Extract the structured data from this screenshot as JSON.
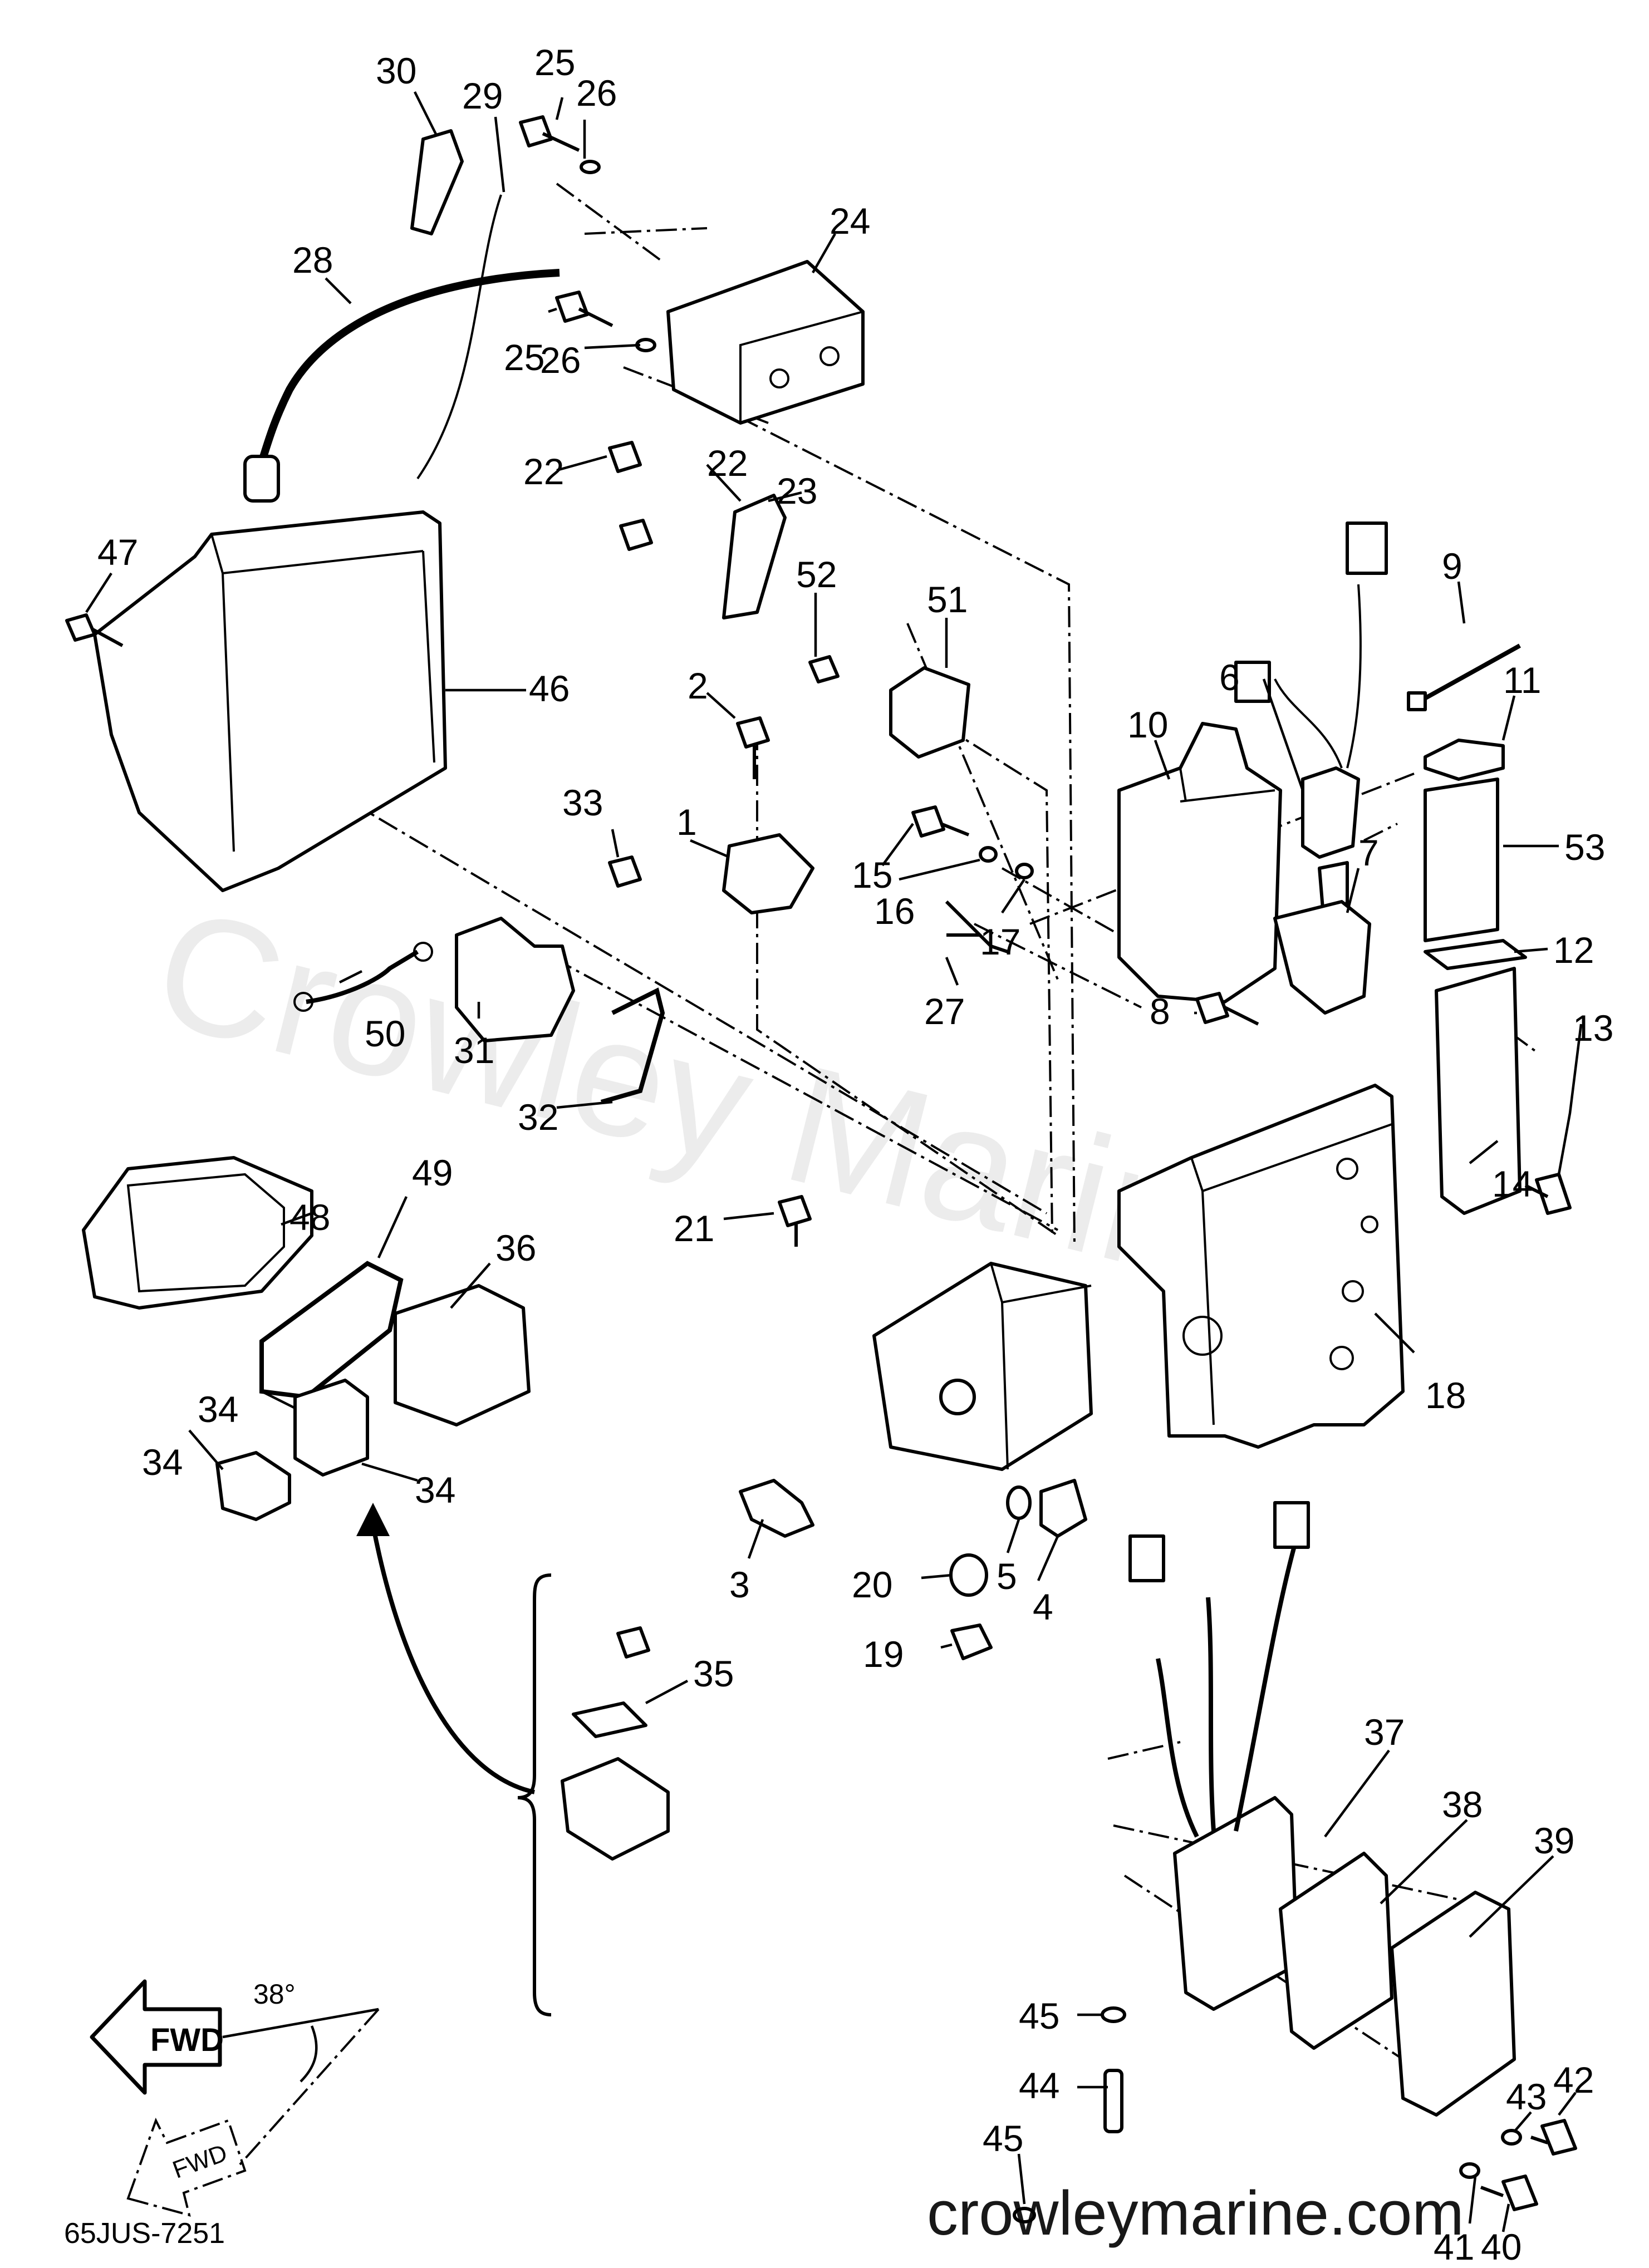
{
  "diagram": {
    "code": "65JUS-7251",
    "watermark": "Crowley Marine",
    "website": "crowleymarine.com",
    "direction": {
      "arrow_label": "FWD",
      "angle_label": "38°",
      "ghost_label": "FWD"
    }
  },
  "callouts": {
    "c1": "1",
    "c2": "2",
    "c3": "3",
    "c4": "4",
    "c5": "5",
    "c6": "6",
    "c7": "7",
    "c8": "8",
    "c9": "9",
    "c10": "10",
    "c11": "11",
    "c12": "12",
    "c13": "13",
    "c14": "14",
    "c15": "15",
    "c16": "16",
    "c17": "17",
    "c18": "18",
    "c19": "19",
    "c20": "20",
    "c21": "21",
    "c22a": "22",
    "c22b": "22",
    "c23": "23",
    "c24": "24",
    "c25a": "25",
    "c25b": "25",
    "c26a": "26",
    "c26b": "26",
    "c27": "27",
    "c28": "28",
    "c29": "29",
    "c30": "30",
    "c31": "31",
    "c32": "32",
    "c33": "33",
    "c34a": "34",
    "c34b": "34",
    "c34c": "34",
    "c35": "35",
    "c36": "36",
    "c37": "37",
    "c38": "38",
    "c39": "39",
    "c40": "40",
    "c41": "41",
    "c42": "42",
    "c43": "43",
    "c44": "44",
    "c45a": "45",
    "c45b": "45",
    "c46": "46",
    "c47": "47",
    "c48": "48",
    "c49": "49",
    "c50": "50",
    "c51": "51",
    "c52": "52",
    "c53": "53"
  }
}
